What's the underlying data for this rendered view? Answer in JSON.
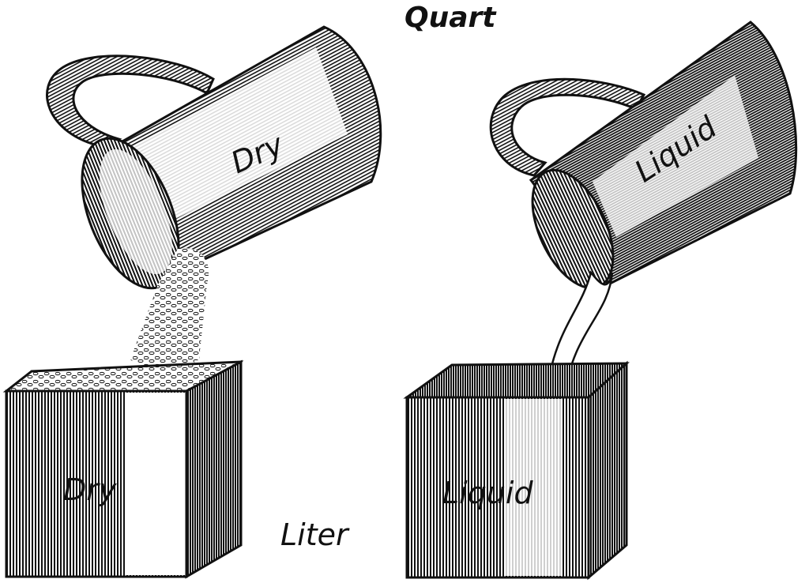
{
  "title": "Quart",
  "subtitle": "Liter",
  "quart_dry_label": "Dry",
  "quart_liquid_label": "Liquid",
  "liter_dry_label": "Dry",
  "liter_liquid_label": "Liquid",
  "ink_color": "#111111",
  "paper_color": "#ffffff"
}
